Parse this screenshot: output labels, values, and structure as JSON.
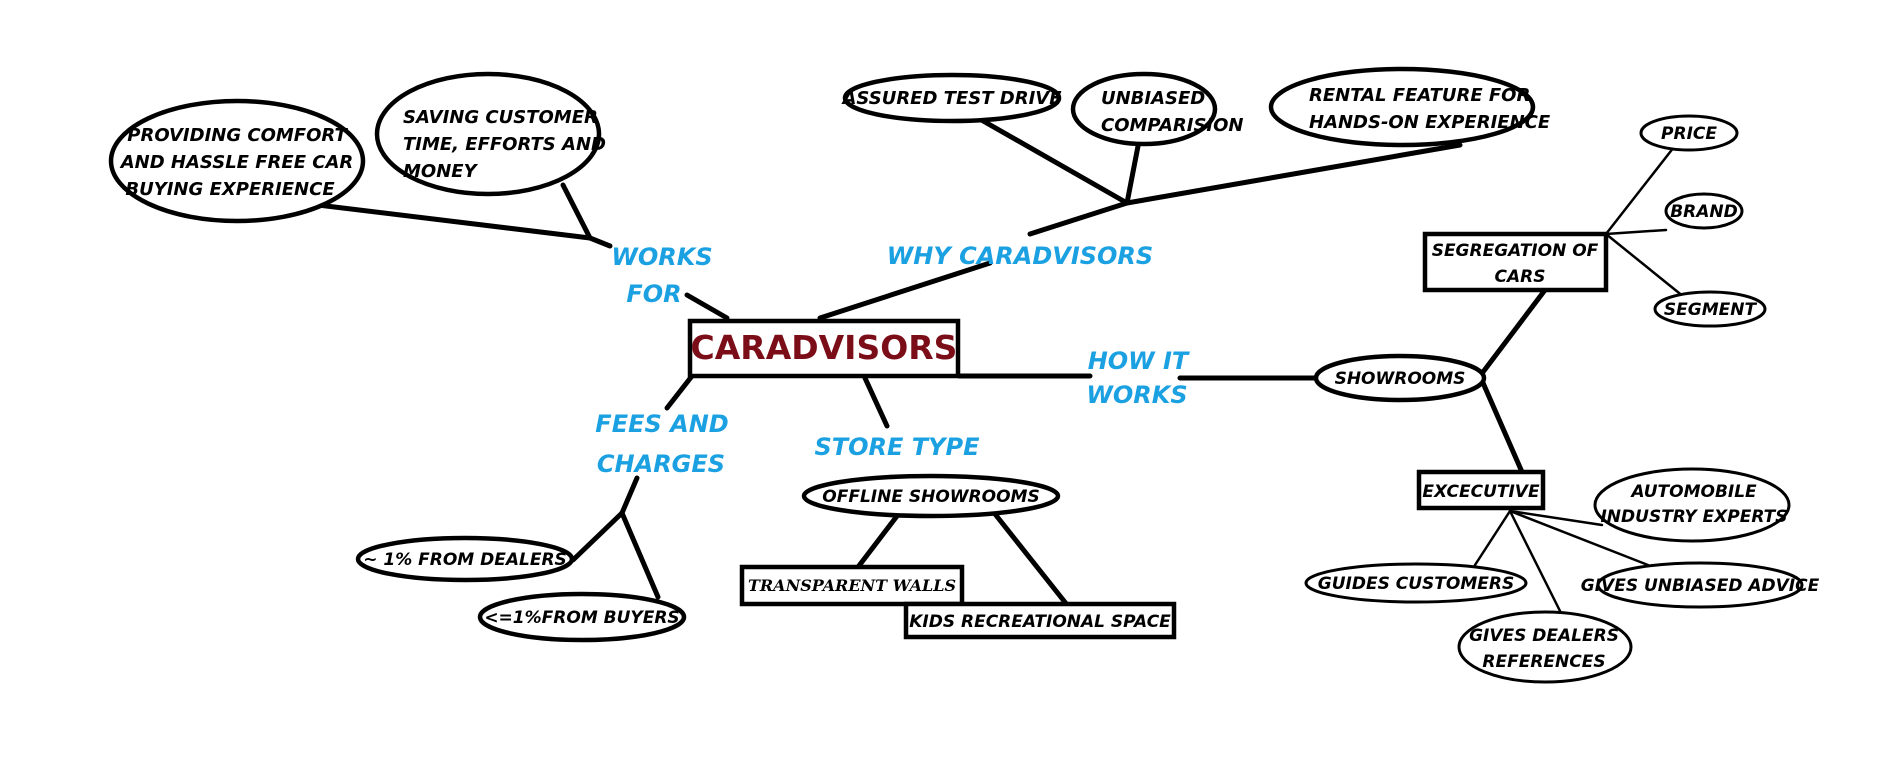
{
  "colors": {
    "title": "#7a0d17",
    "branch_label": "#1ba1e2",
    "outline": "#000000"
  },
  "central": {
    "title": "CARADVISORS"
  },
  "branch_labels": {
    "works_for": [
      "WORKS",
      "FOR"
    ],
    "why": "WHY CARADVISORS",
    "how_it_works": [
      "HOW IT",
      "WORKS"
    ],
    "fees": [
      "FEES AND",
      "CHARGES"
    ],
    "store_type": "STORE TYPE"
  },
  "works_for": {
    "comfort": [
      "PROVIDING COMFORT",
      "AND HASSLE FREE CAR",
      "BUYING EXPERIENCE"
    ],
    "saving": [
      "SAVING CUSTOMER",
      "TIME, EFFORTS AND",
      "MONEY"
    ]
  },
  "why": {
    "test_drive": "ASSURED TEST DRIVE",
    "unbiased": [
      "UNBIASED",
      "COMPARISION"
    ],
    "rental": [
      "RENTAL FEATURE FOR",
      "HANDS-ON EXPERIENCE"
    ]
  },
  "fees": {
    "dealers": "~ 1% FROM DEALERS",
    "buyers": "<=1%FROM BUYERS"
  },
  "store": {
    "offline": "OFFLINE SHOWROOMS",
    "walls": "TRANSPARENT WALLS",
    "kids": "KIDS RECREATIONAL SPACE"
  },
  "how": {
    "showrooms": "SHOWROOMS",
    "segregation": [
      "SEGREGATION OF",
      "CARS"
    ],
    "price": "PRICE",
    "brand": "BRAND",
    "segment": "SEGMENT",
    "executive": "EXCECUTIVE",
    "experts": [
      "AUTOMOBILE",
      "INDUSTRY EXPERTS"
    ],
    "guides": "GUIDES CUSTOMERS",
    "advice": "GIVES UNBIASED ADVICE",
    "references": [
      "GIVES DEALERS",
      "REFERENCES"
    ]
  }
}
